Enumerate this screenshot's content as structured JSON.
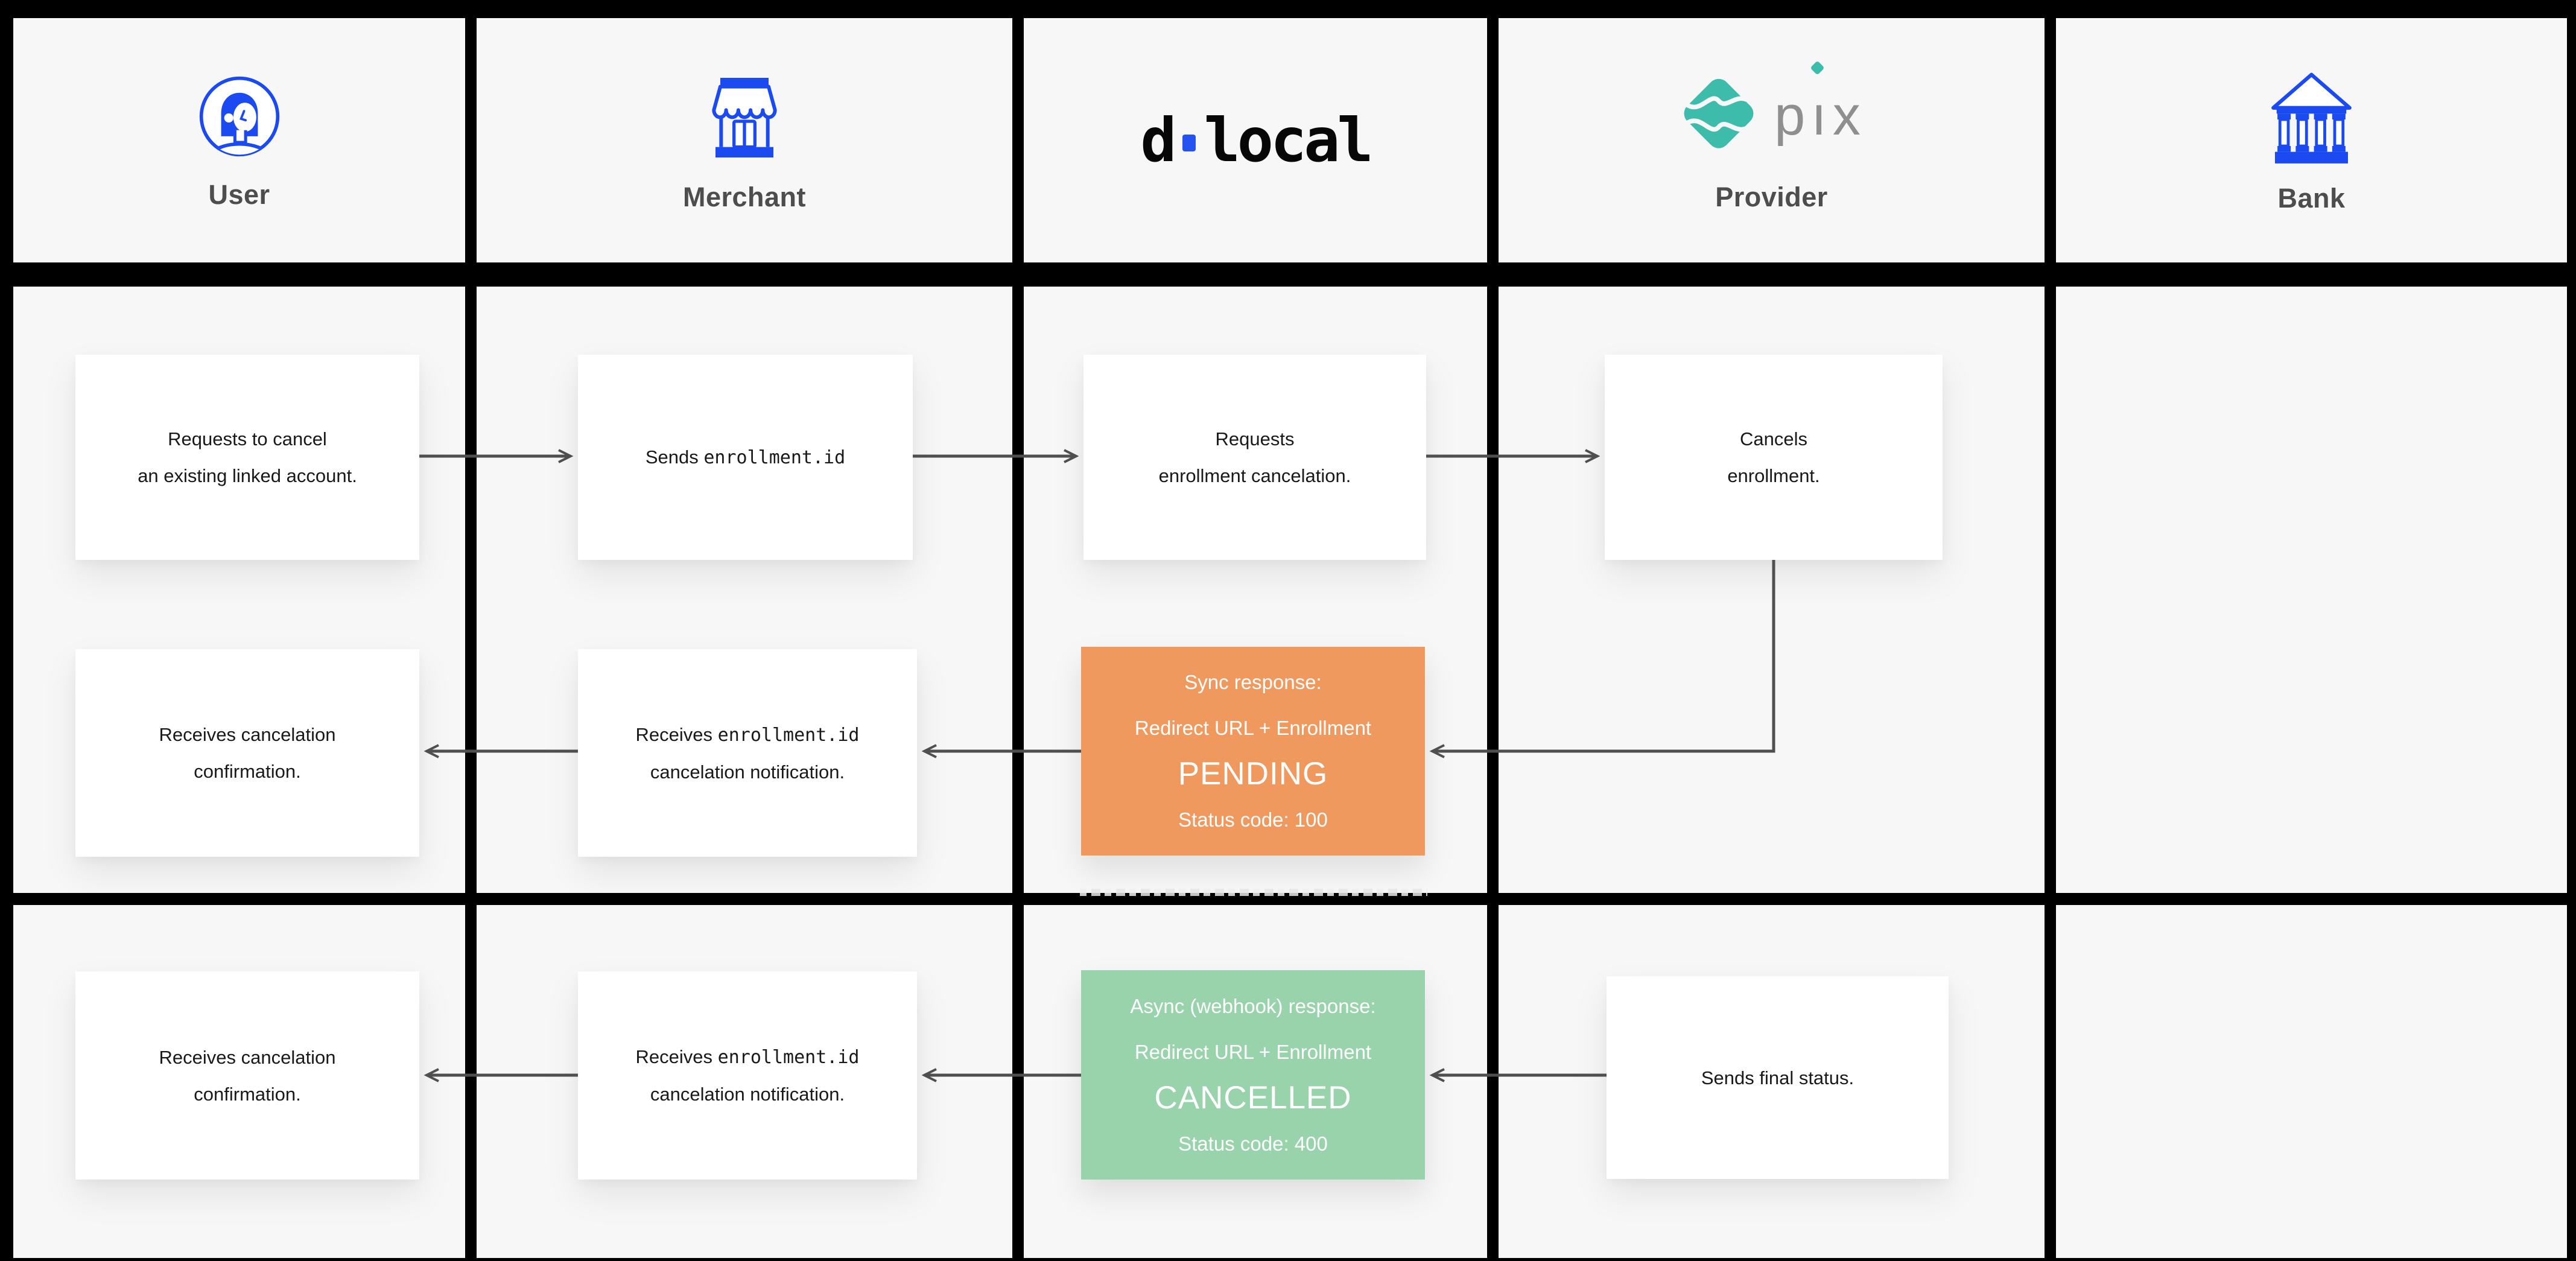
{
  "header": {
    "user_label": "User",
    "merchant_label": "Merchant",
    "provider_label": "Provider",
    "bank_label": "Bank",
    "dlocal_logo": {
      "d": "d",
      "local": "local"
    },
    "pix_logo": {
      "p": "p",
      "i": "ı",
      "x": "x"
    },
    "icons": [
      "user-avatar-icon",
      "storefront-icon",
      "dlocal-logo",
      "pix-logo",
      "bank-icon"
    ]
  },
  "boxes": {
    "user_row1": {
      "line1": "Requests to cancel",
      "line2": "an existing linked account."
    },
    "merchant_row1": {
      "pre": "Sends ",
      "code": "enrollment.id"
    },
    "dlocal_row1": {
      "line1": "Requests",
      "line2": "enrollment cancelation."
    },
    "provider_row1": {
      "line1": "Cancels",
      "line2": "enrollment."
    },
    "user_row2": {
      "line1": "Receives cancelation",
      "line2": "confirmation."
    },
    "merchant_row2": {
      "line1_pre": "Receives ",
      "line1_code": "enrollment.id",
      "line2": "cancelation notification."
    },
    "dlocal_row2": {
      "line1": "Sync response:",
      "line2": "Redirect URL + Enrollment",
      "status": "PENDING",
      "line4": "Status code: 100"
    },
    "user_row3": {
      "line1": "Receives cancelation",
      "line2": "confirmation."
    },
    "merchant_row3": {
      "line1_pre": "Receives ",
      "line1_code": "enrollment.id",
      "line2": "cancelation notification."
    },
    "dlocal_row3": {
      "line1": "Async (webhook) response:",
      "line2": "Redirect URL + Enrollment",
      "status": "CANCELLED",
      "line4": "Status code: 400"
    },
    "provider_row3": {
      "line1": "Sends final status."
    }
  },
  "connections": [
    "user-row1 -> merchant-row1",
    "merchant-row1 -> dlocal-row1",
    "dlocal-row1 -> provider-row1",
    "provider-row1 -> dlocal-row2 (elbow down-left)",
    "dlocal-row2 -> merchant-row2",
    "merchant-row2 -> user-row2",
    "provider-row3 -> dlocal-row3",
    "dlocal-row3 -> merchant-row3",
    "merchant-row3 -> user-row3"
  ],
  "colors": {
    "icon_blue": "#1a4af0",
    "dlocal_dot_blue": "#2553f0",
    "pix_teal": "#3dbbab",
    "pending_orange": "#f0995f",
    "cancelled_green": "#98d3ab",
    "arrow_gray": "#4f4f4f",
    "label_gray": "#4d4d4d",
    "panel_gray": "#f7f7f7",
    "frame_black": "#000000"
  }
}
